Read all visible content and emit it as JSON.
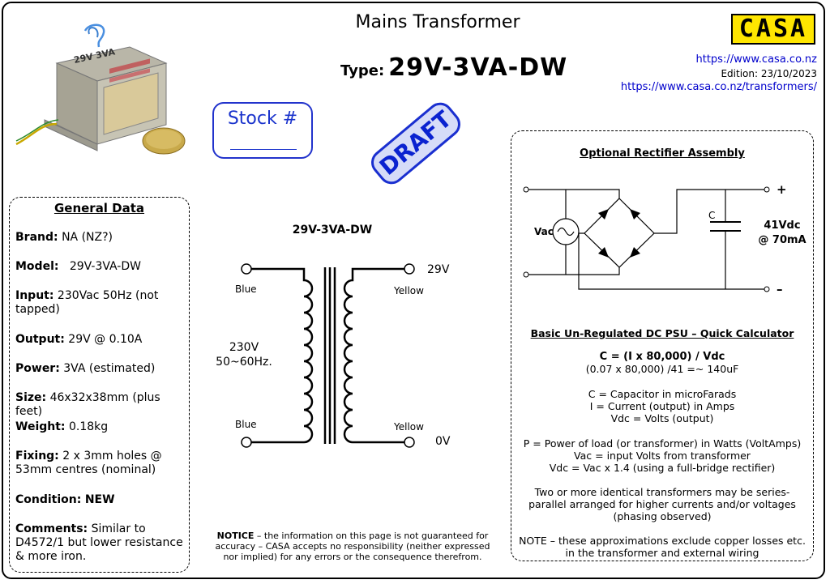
{
  "header": {
    "title": "Mains Transformer",
    "type_label": "Type:",
    "type_value": "29V-3VA-DW",
    "logo": "CASA",
    "url": "https://www.casa.co.nz",
    "edition": "Edition: 23/10/2023",
    "url2": "https://www.casa.co.nz/transformers/"
  },
  "photo": {
    "label_on_part": "29V 3VA"
  },
  "stock": {
    "label": "Stock #"
  },
  "stamp": {
    "text": "DRAFT"
  },
  "general": {
    "title": "General Data",
    "items": [
      {
        "label": "Brand:",
        "value": "NA (NZ?)"
      },
      {
        "label": "Model:",
        "value": "29V-3VA-DW"
      },
      {
        "label": "Input:",
        "value": "230Vac 50Hz (not tapped)"
      },
      {
        "label": "Output:",
        "value": "29V @ 0.10A"
      },
      {
        "label": "Power:",
        "value": "3VA (estimated)"
      },
      {
        "label": "Size:",
        "value": "46x32x38mm (plus feet)"
      },
      {
        "label": "Weight:",
        "value": "0.18kg"
      },
      {
        "label": "Fixing:",
        "value": "2 x 3mm holes @ 53mm centres (nominal)"
      },
      {
        "label": "Condition:",
        "value": "NEW"
      },
      {
        "label": "Comments:",
        "value": "Similar to D4572/1 but lower resistance & more iron."
      }
    ]
  },
  "schematic": {
    "title": "29V-3VA-DW",
    "primary_top_wire": "Blue",
    "primary_bottom_wire": "Blue",
    "secondary_top_wire": "Yellow",
    "secondary_bottom_wire": "Yellow",
    "secondary_top_voltage": "29V",
    "secondary_bottom_voltage": "0V",
    "primary_voltage": "230V",
    "primary_freq": "50~60Hz."
  },
  "rectifier": {
    "title": "Optional Rectifier Assembly",
    "vac": "Vac",
    "cap": "C",
    "plus": "+",
    "minus": "–",
    "out_v": "41Vdc",
    "out_i": "@ 70mA"
  },
  "calc": {
    "title": "Basic Un-Regulated DC PSU – Quick Calculator",
    "formula": "C = (I x 80,000) / Vdc",
    "example": "(0.07 x 80,000) /41 =~ 140uF",
    "def1": "C = Capacitor in microFarads",
    "def2": "I = Current (output) in Amps",
    "def3": "Vdc = Volts (output)",
    "p1": "P = Power of load (or transformer) in Watts (VoltAmps)",
    "p2": "Vac = input Volts from transformer",
    "p3": "Vdc = Vac x 1.4 (using a full-bridge rectifier)",
    "series1": "Two or more identical transformers may be series-",
    "series2": "parallel arranged for higher currents and/or voltages",
    "series3": "(phasing observed)",
    "note1": "NOTE – these approximations exclude copper losses etc.",
    "note2": "in the transformer and external wiring"
  },
  "notice": {
    "label": "NOTICE",
    "text": " – the information on this page is not guaranteed for accuracy – CASA accepts no responsibility (neither expressed nor implied) for any errors or the consequence therefrom."
  }
}
